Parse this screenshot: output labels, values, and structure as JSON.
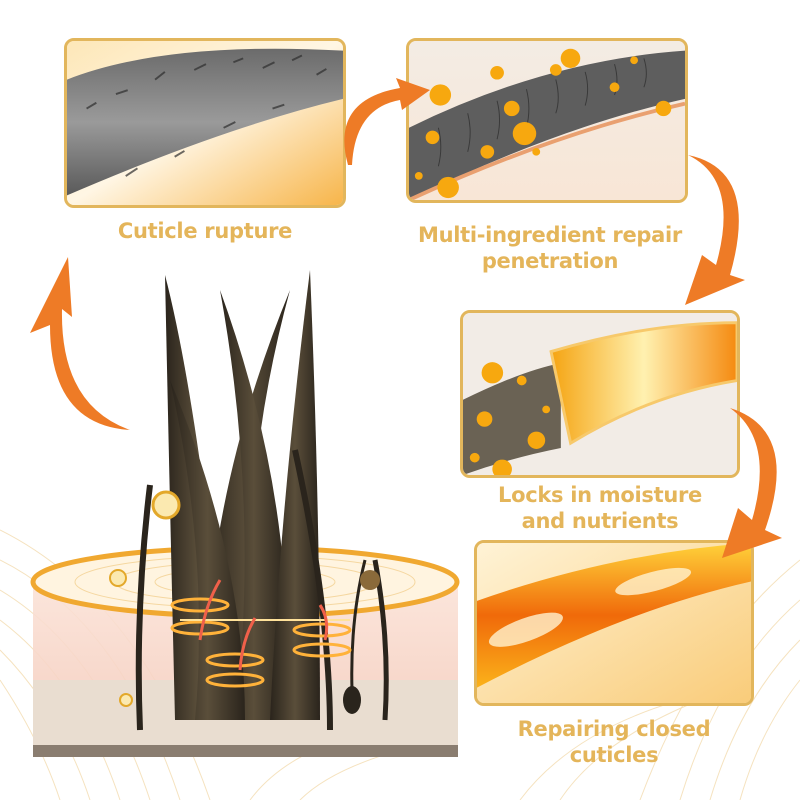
{
  "theme": {
    "label_color": "#e4b55a",
    "frame_color": "#e2b65c",
    "arrow_color": "#ee7b26",
    "bead_color": "#f7a80f",
    "hair_dark": "#3a3227"
  },
  "steps": [
    {
      "id": 1,
      "label": "Cuticle rupture",
      "image": "damaged-hair-cuticle-microscope"
    },
    {
      "id": 2,
      "label": "Multi-ingredient repair penetration",
      "label_lines": [
        "Multi-ingredient repair",
        "penetration"
      ],
      "image": "hair-with-nutrient-beads"
    },
    {
      "id": 3,
      "label": "Locks in moisture and nutrients",
      "label_lines": [
        "Locks in moisture",
        "and nutrients"
      ],
      "image": "hair-sealed-golden-coating"
    },
    {
      "id": 4,
      "label": "Repairing closed cuticles",
      "label_lines": [
        "Repairing closed",
        "cuticles"
      ],
      "image": "smooth-golden-hair-strand"
    }
  ],
  "illustration": {
    "subject": "hair-follicles-in-scalp-cross-section"
  }
}
